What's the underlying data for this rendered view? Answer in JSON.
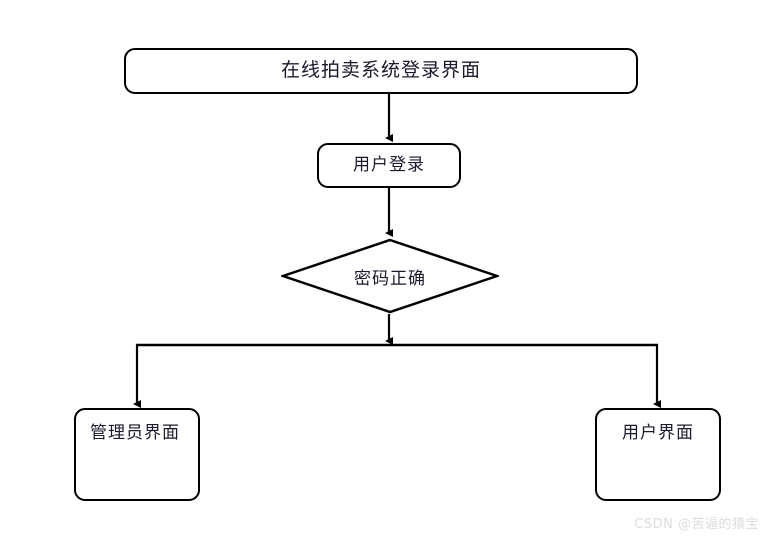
{
  "diagram": {
    "title_node": {
      "label": "在线拍卖系统登录界面"
    },
    "login_node": {
      "label": "用户登录"
    },
    "decision_node": {
      "label": "密码正确"
    },
    "admin_node": {
      "label": "管理员界面"
    },
    "user_node": {
      "label": "用户界面"
    },
    "colors": {
      "stroke": "#000000",
      "fill": "#ffffff",
      "text": "#1a1a2e",
      "watermark": "#dcdcdc"
    }
  },
  "watermark": {
    "text": "CSDN @苦逼的猿宝"
  }
}
